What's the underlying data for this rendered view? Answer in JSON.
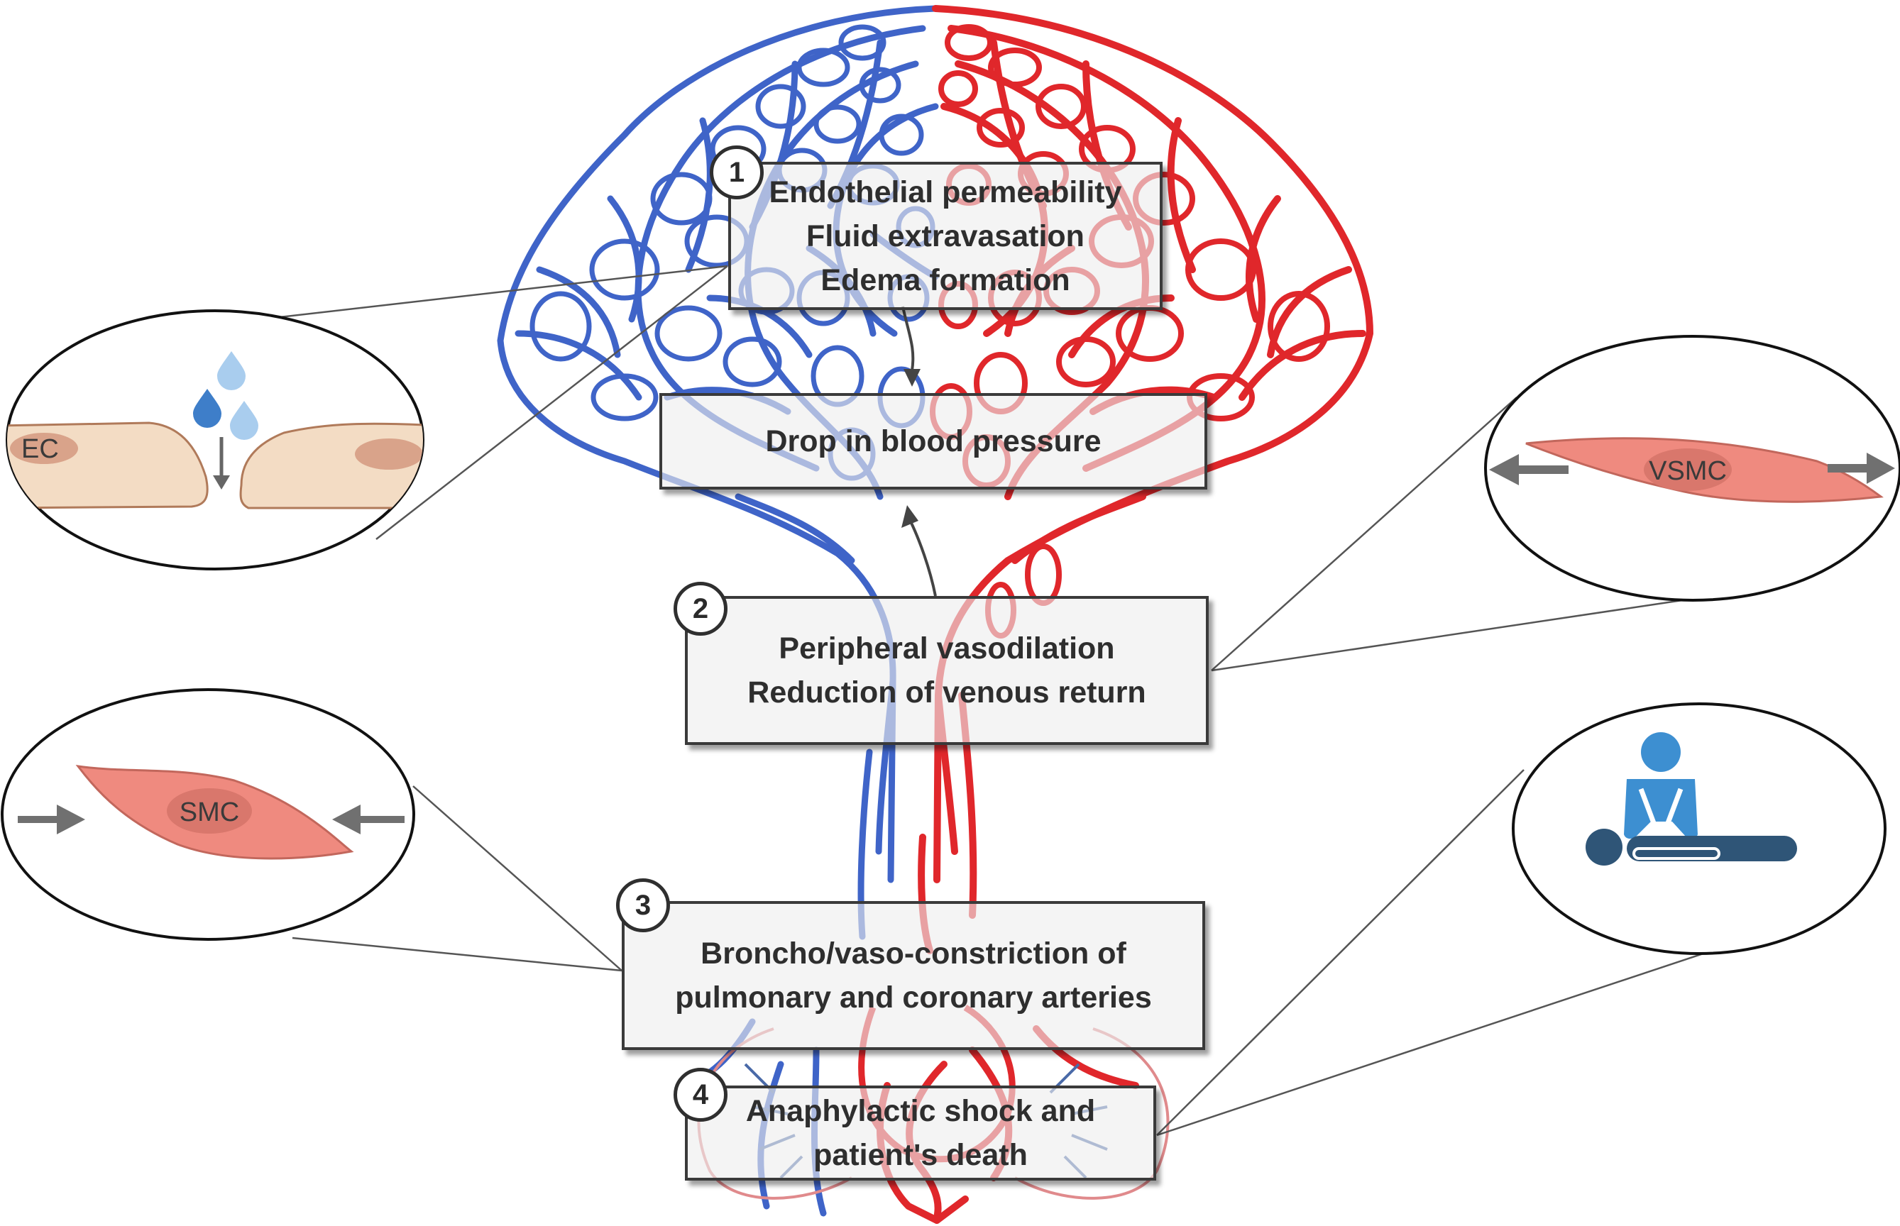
{
  "steps": [
    {
      "number": "1",
      "lines": [
        "Endothelial permeability",
        "Fluid extravasation",
        "Edema formation"
      ]
    },
    {
      "number": "2",
      "lines": [
        "Peripheral vasodilation",
        "Reduction of venous return"
      ]
    },
    {
      "number": "3",
      "lines": [
        "Broncho/vaso-constriction of",
        "pulmonary and coronary arteries"
      ]
    },
    {
      "number": "4",
      "lines": [
        "Anaphylactic shock and",
        "patient's death"
      ]
    }
  ],
  "outcome": {
    "label": "Drop in blood pressure"
  },
  "insets": {
    "endothelium": {
      "label": "EC",
      "icon": "water-drop-icon"
    },
    "vascular_smooth_muscle": {
      "label": "VSMC",
      "icon": "relaxation-arrows-icon"
    },
    "smooth_muscle": {
      "label": "SMC",
      "icon": "contraction-arrows-icon"
    },
    "resuscitation": {
      "icon": "cpr-icon"
    }
  },
  "colors": {
    "vein": "#3f64c8",
    "artery": "#e0272b",
    "endothelial_cell": "#f3dcc4",
    "smooth_muscle_cell": "#ef8a7f",
    "cell_nucleus": "#d98a7c",
    "cpr_person": "#3d8fd1",
    "cpr_patient": "#2f5577",
    "box_border": "#3a3a3a"
  }
}
